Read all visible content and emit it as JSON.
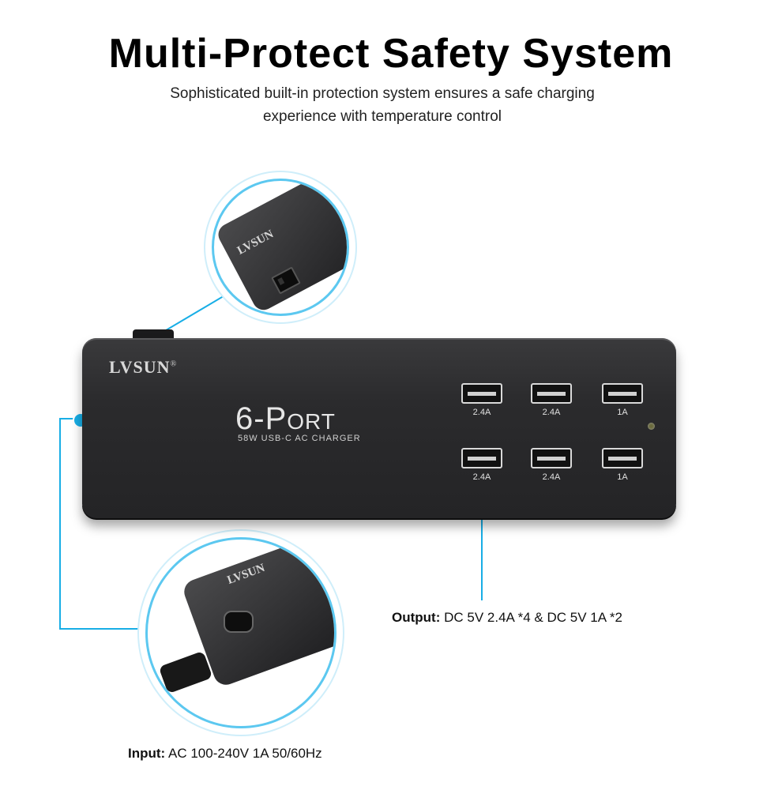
{
  "header": {
    "title": "Multi-Protect Safety System",
    "subtitle_line1": "Sophisticated built-in protection system ensures a safe charging",
    "subtitle_line2": "experience with temperature control"
  },
  "product": {
    "brand": "LVSUN",
    "brand_mark": "®",
    "model": "6-Port",
    "model_sub": "58W USB-C AC CHARGER",
    "ports_top": [
      "2.4A",
      "2.4A",
      "1A"
    ],
    "ports_bottom": [
      "2.4A",
      "2.4A",
      "1A"
    ]
  },
  "callouts": {
    "switch_brand": "LVSUN",
    "input_brand": "LVSUN",
    "output_label": "Output:",
    "output_value": "DC 5V 2.4A *4 & DC 5V 1A *2",
    "input_label": "Input:",
    "input_value": "AC 100-240V 1A 50/60Hz"
  },
  "colors": {
    "accent": "#18aee6",
    "lens_border": "#5cc8f0",
    "body": "#2b2b2d"
  }
}
